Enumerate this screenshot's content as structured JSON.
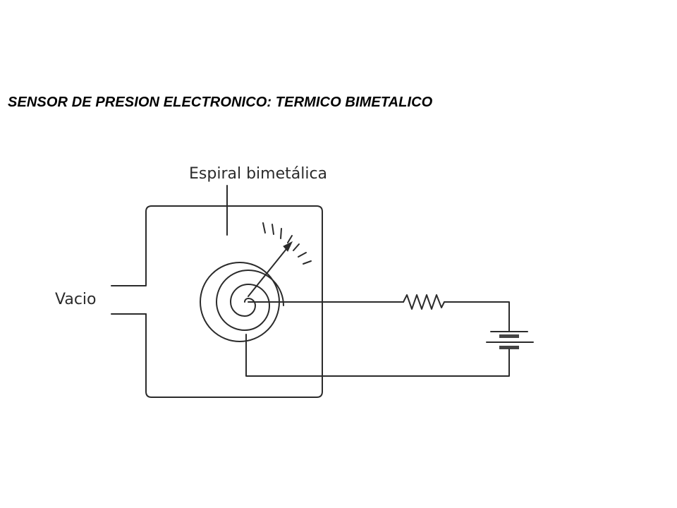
{
  "title": "SENSOR DE PRESION ELECTRONICO: TERMICO BIMETALICO",
  "diagram": {
    "labels": {
      "spiral": "Espiral bimetálica",
      "vacuum": "Vacio"
    },
    "components": [
      "housing",
      "bimetallic-spiral",
      "pointer-needle",
      "scale",
      "resistor",
      "battery"
    ],
    "colors": {
      "ink": "#2b2b2b",
      "background": "#ffffff",
      "battery_plate": "#444444"
    }
  }
}
